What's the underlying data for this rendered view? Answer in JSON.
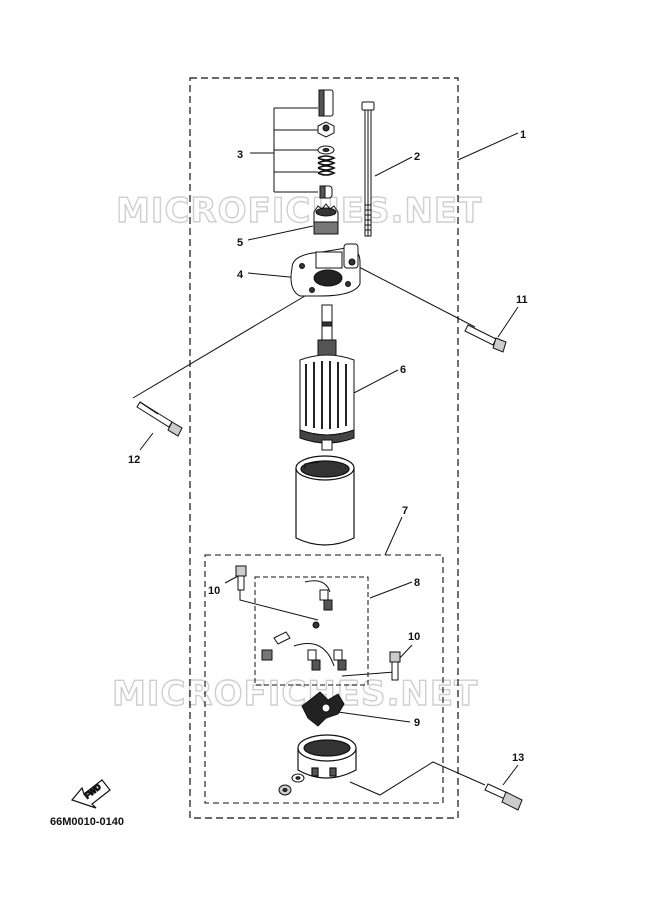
{
  "watermark": "MICROFICHES.NET",
  "diagram_code": "66M0010-0140",
  "fwd_label": "FWD",
  "callouts": {
    "c1": "1",
    "c2": "2",
    "c3": "3",
    "c4": "4",
    "c5": "5",
    "c6": "6",
    "c7": "7",
    "c8": "8",
    "c9": "9",
    "c10a": "10",
    "c10b": "10",
    "c11": "11",
    "c12": "12",
    "c13": "13"
  }
}
